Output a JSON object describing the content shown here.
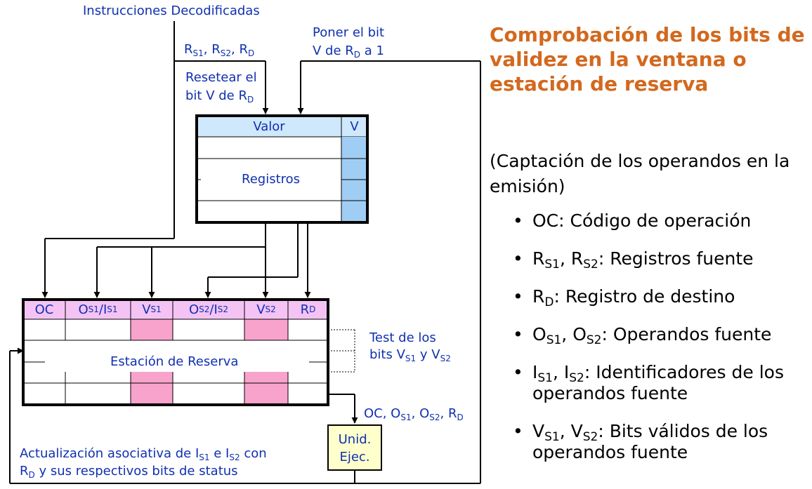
{
  "title": "Comprobación de los bits de validez en la ventana o estación de reserva",
  "subtitle": "(Captación de los operandos en la emisión)",
  "labels": {
    "instructions": "Instrucciones Decodificadas",
    "rs_rd_prefix": "R",
    "rs1_sub": "S1",
    "rs2_sub": "S2",
    "rd_sub": "D",
    "reset_line1": "Resetear el",
    "reset_line2": "bit V de R",
    "set_line1": "Poner el bit",
    "set_line2a": "V de R",
    "set_line2b": " a 1",
    "registers": "Registros",
    "reservation_station": "Estación de Reserva",
    "test_line1": "Test de los",
    "test_line2a": "bits V",
    "test_line2b": " y V",
    "exec_output": "OC, O",
    "exec_unit_line1": "Unid.",
    "exec_unit_line2": "Ejec.",
    "update_line1a": "Actualización asociativa de I",
    "update_line1b": " e I",
    "update_line1c": " con",
    "update_line2a": "R",
    "update_line2b": " y sus respectivos bits de status"
  },
  "register_file": {
    "col_valor": "Valor",
    "col_v": "V"
  },
  "station_headers": {
    "oc": "OC",
    "os1_is1": "O/I",
    "vs1": "V",
    "os2_is2": "O/I",
    "vs2": "V",
    "rd": "R"
  },
  "bullets": [
    {
      "parts": [
        {
          "t": "OC: Código de operación"
        }
      ]
    },
    {
      "parts": [
        {
          "t": "R"
        },
        {
          "s": "S1"
        },
        {
          "t": ", R"
        },
        {
          "s": "S2"
        },
        {
          "t": ": Registros fuente"
        }
      ]
    },
    {
      "parts": [
        {
          "t": "R"
        },
        {
          "s": "D"
        },
        {
          "t": ": Registro de destino"
        }
      ]
    },
    {
      "parts": [
        {
          "t": "O"
        },
        {
          "s": "S1"
        },
        {
          "t": ", O"
        },
        {
          "s": "S2"
        },
        {
          "t": ": Operandos fuente"
        }
      ]
    },
    {
      "parts": [
        {
          "t": "I"
        },
        {
          "s": "S1"
        },
        {
          "t": ", I"
        },
        {
          "s": "S2"
        },
        {
          "t": ": Identificadores de los operandos fuente"
        }
      ]
    },
    {
      "parts": [
        {
          "t": "V"
        },
        {
          "s": "S1"
        },
        {
          "t": ", V"
        },
        {
          "s": "S2"
        },
        {
          "t": ": Bits válidos de los operandos fuente"
        }
      ]
    }
  ],
  "colors": {
    "title": "#d2691e",
    "label_blue": "#1030b0",
    "register_header": "#cfe8fb",
    "valid_bit": "#a0cdf4",
    "station_header": "#f4c3f4",
    "valid_pink": "#f7a3cc",
    "exec_unit": "#ffffcc"
  }
}
